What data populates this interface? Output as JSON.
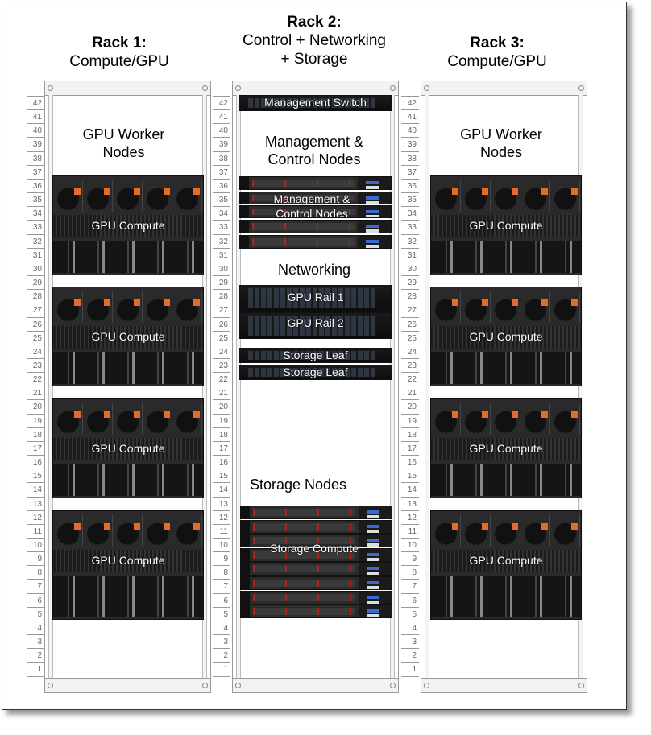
{
  "racks": [
    {
      "title": "Rack 1:",
      "subtitle": "Compute/GPU",
      "heading_line1": "GPU Worker",
      "heading_line2": "Nodes",
      "devices": [
        "GPU Compute",
        "GPU Compute",
        "GPU Compute",
        "GPU Compute"
      ]
    },
    {
      "title": "Rack 2:",
      "subtitle_line1": "Control + Networking",
      "subtitle_line2": "+ Storage",
      "management_switch": "Management Switch",
      "control_heading_line1": "Management &",
      "control_heading_line2": "Control Nodes",
      "control_label_line1": "Management &",
      "control_label_line2": "Control Nodes",
      "networking_heading": "Networking",
      "gpu_rail_1": "GPU Rail 1",
      "gpu_rail_2": "GPU Rail 2",
      "storage_leaf_1": "Storage Leaf",
      "storage_leaf_2": "Storage Leaf",
      "storage_heading": "Storage Nodes",
      "storage_label": "Storage Compute"
    },
    {
      "title": "Rack 3:",
      "subtitle": "Compute/GPU",
      "heading_line1": "GPU Worker",
      "heading_line2": "Nodes",
      "devices": [
        "GPU Compute",
        "GPU Compute",
        "GPU Compute",
        "GPU Compute"
      ]
    }
  ],
  "rack_units": [
    42,
    41,
    40,
    39,
    38,
    37,
    36,
    35,
    34,
    33,
    32,
    31,
    30,
    29,
    28,
    27,
    26,
    25,
    24,
    23,
    22,
    21,
    20,
    19,
    18,
    17,
    16,
    15,
    14,
    13,
    12,
    11,
    10,
    9,
    8,
    7,
    6,
    5,
    4,
    3,
    2,
    1
  ]
}
